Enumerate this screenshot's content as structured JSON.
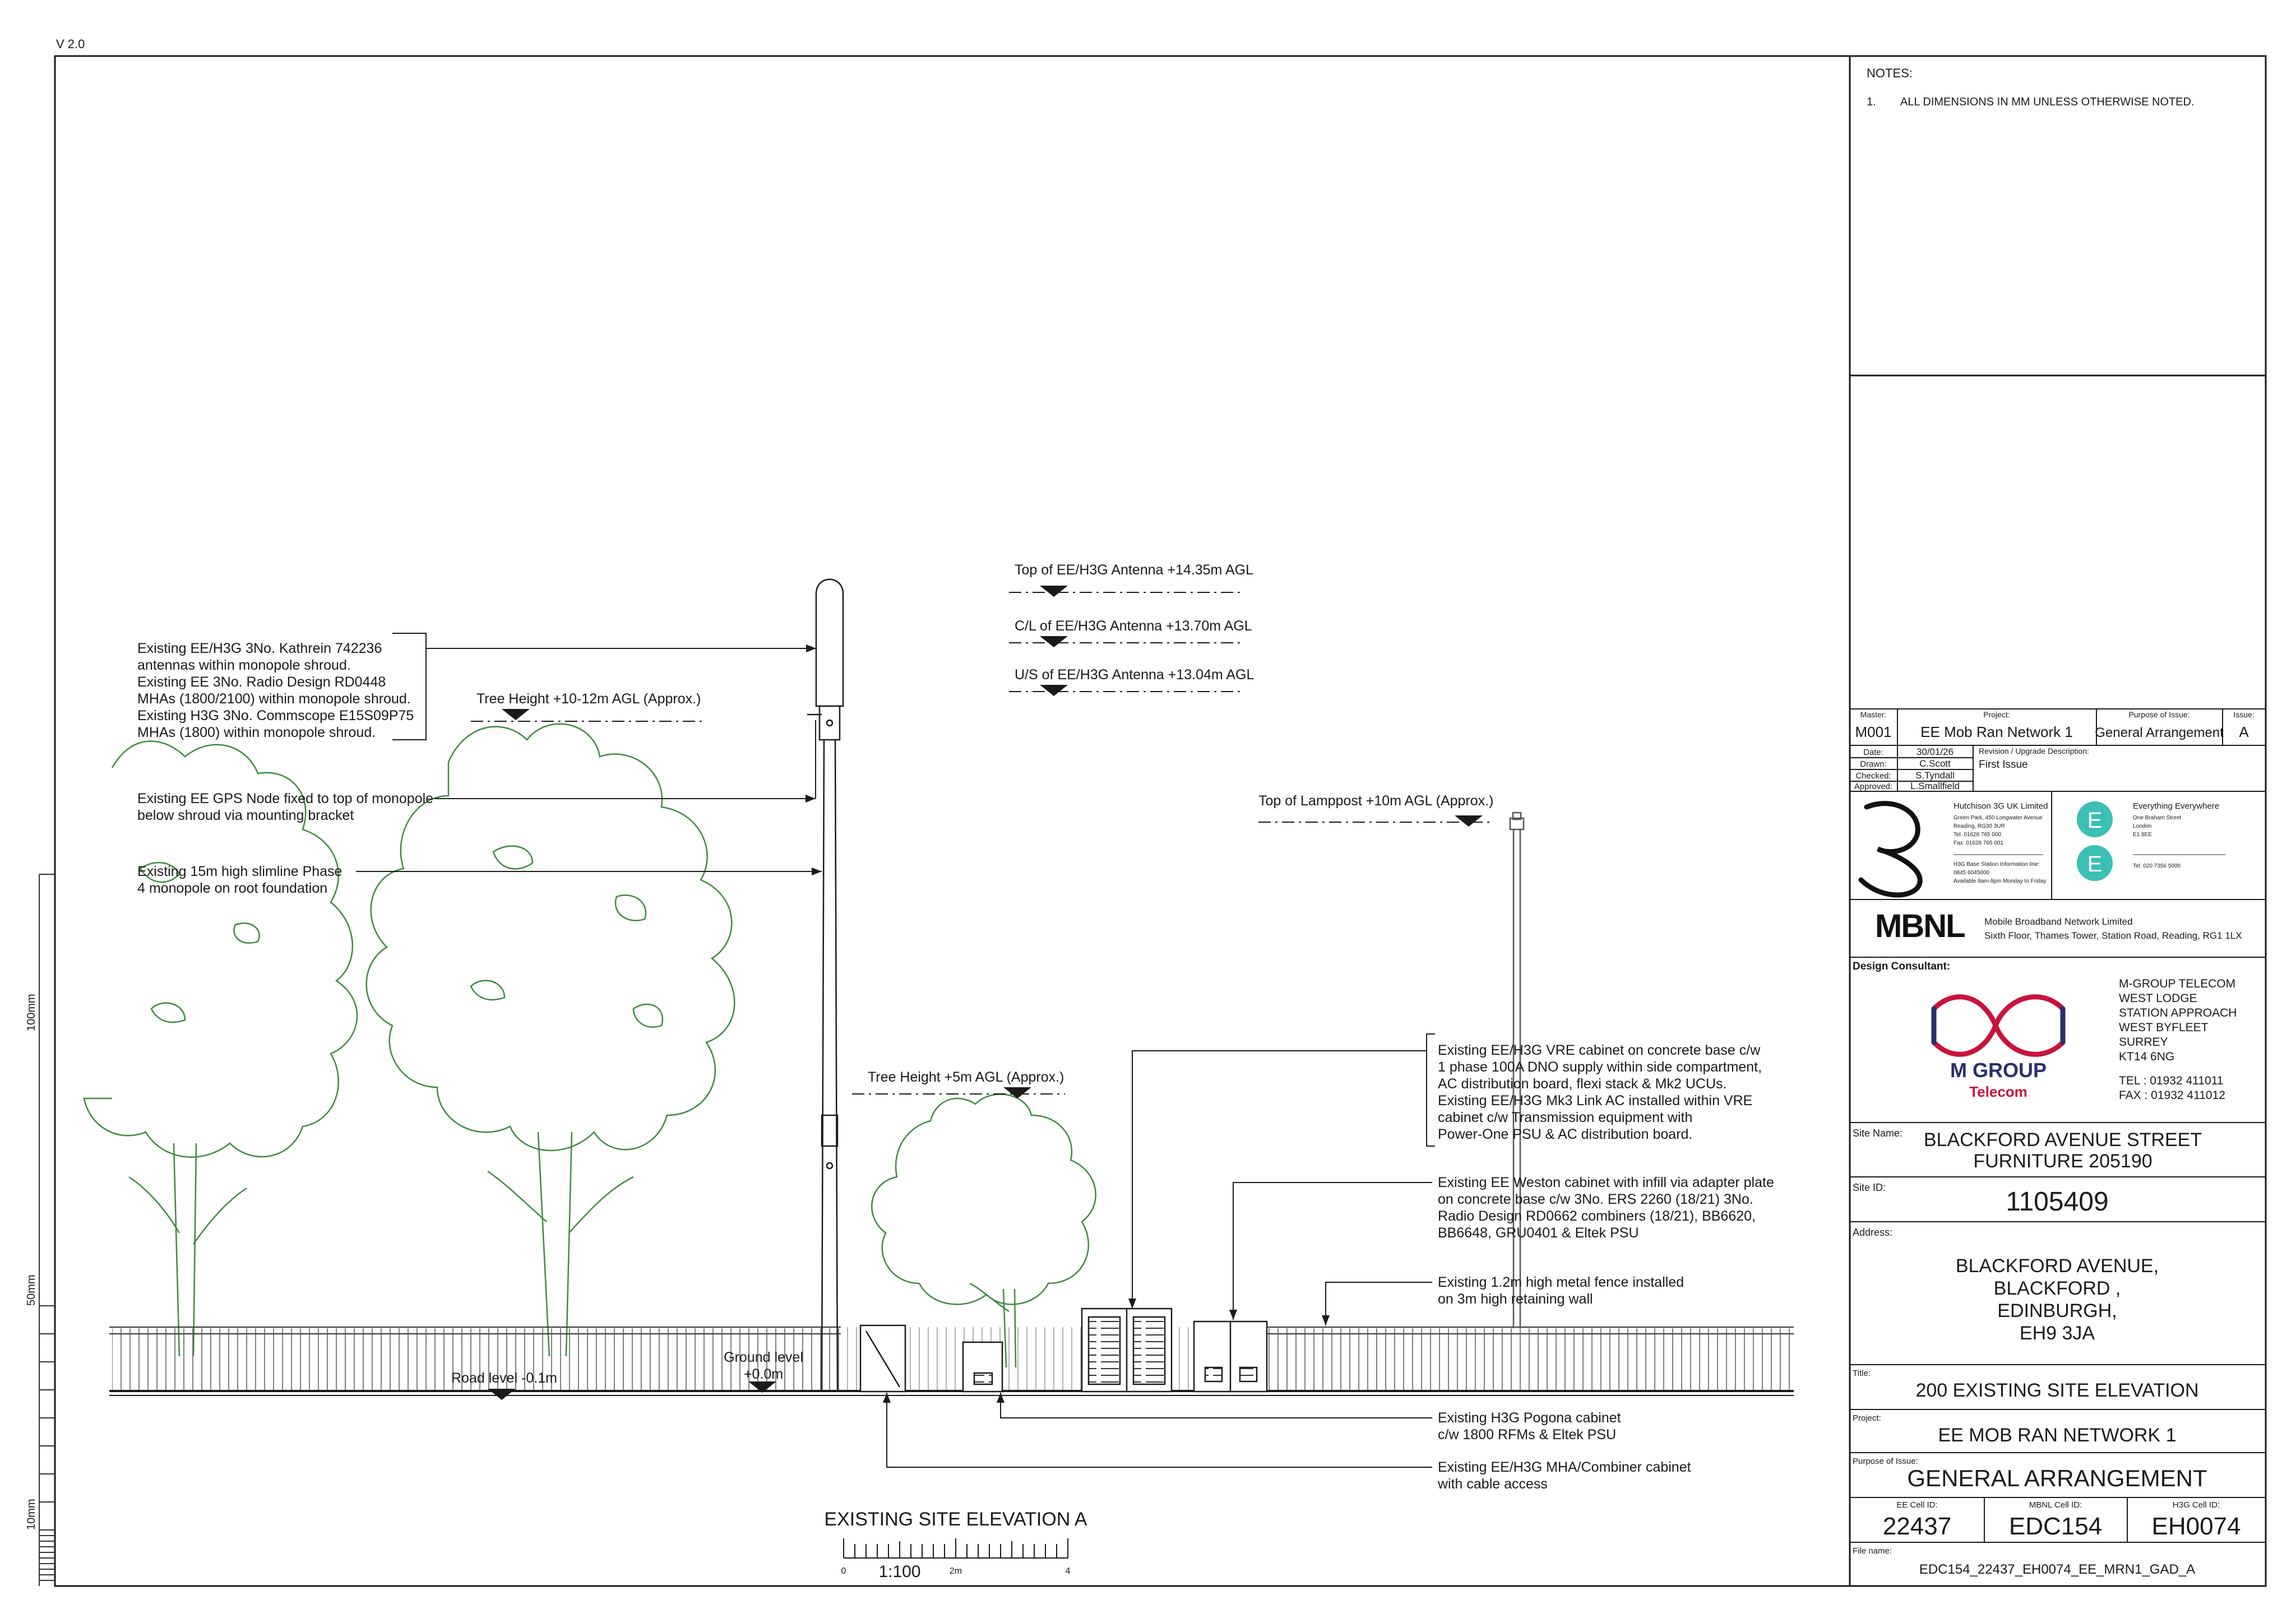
{
  "version": "V 2.0",
  "notes": {
    "heading": "NOTES:",
    "items": [
      {
        "num": "1.",
        "text": "ALL DIMENSIONS IN MM UNLESS OTHERWISE NOTED."
      }
    ]
  },
  "levels": {
    "top_antenna": "Top of EE/H3G Antenna +14.35m AGL",
    "cl_antenna": "C/L of EE/H3G Antenna +13.70m AGL",
    "us_antenna": "U/S of EE/H3G Antenna +13.04m AGL",
    "tree_tall": "Tree Height +10-12m AGL (Approx.)",
    "lamppost": "Top of Lamppost +10m AGL (Approx.)",
    "tree_small": "Tree Height +5m AGL (Approx.)",
    "road": "Road level -0.1m",
    "ground_1": "Ground level",
    "ground_2": "+0.0m"
  },
  "annotations": {
    "antennas": [
      "Existing EE/H3G 3No. Kathrein 742236",
      "antennas within monopole shroud.",
      "Existing EE 3No. Radio Design RD0448",
      "MHAs (1800/2100) within monopole shroud.",
      "Existing H3G 3No. Commscope E15S09P75",
      "MHAs (1800) within monopole shroud."
    ],
    "gps": [
      "Existing EE GPS Node fixed to top of monopole",
      "below shroud via mounting bracket"
    ],
    "monopole": [
      "Existing 15m high slimline Phase",
      "4 monopole on root foundation"
    ],
    "vre": [
      "Existing EE/H3G VRE cabinet on concrete base c/w",
      "1 phase 100A DNO supply within side compartment,",
      "AC distribution board, flexi stack & Mk2 UCUs.",
      "Existing EE/H3G Mk3 Link AC installed within VRE",
      "cabinet c/w Transmission equipment with",
      "Power-One PSU & AC distribution board."
    ],
    "weston": [
      "Existing EE Weston cabinet with infill via adapter plate",
      "on concrete base c/w 3No. ERS 2260 (18/21) 3No.",
      "Radio Design RD0662 combiners (18/21), BB6620,",
      "BB6648, GRU0401 & Eltek PSU"
    ],
    "fence": [
      "Existing 1.2m high metal fence installed",
      "on 3m high retaining wall"
    ],
    "pogona": [
      "Existing H3G Pogona cabinet",
      "c/w 1800 RFMs & Eltek PSU"
    ],
    "mha": [
      "Existing EE/H3G MHA/Combiner cabinet",
      "with cable access"
    ]
  },
  "drawing": {
    "title": "EXISTING SITE ELEVATION A",
    "scale": "1:100",
    "scale_ticks": [
      "0",
      "2m",
      "4"
    ]
  },
  "margin_scale": {
    "mark_100": "100mm",
    "mark_50": "50mm",
    "mark_10": "10mm"
  },
  "title_block": {
    "master_label": "Master:",
    "master": "M001",
    "project_label": "Project:",
    "project": "EE Mob Ran Network 1",
    "purpose_label": "Purpose of Issue:",
    "purpose": "General Arrangement",
    "issue_label": "Issue:",
    "issue": "A",
    "date_label": "Date:",
    "date": "30/01/26",
    "drawn_label": "Drawn:",
    "drawn": "C.Scott",
    "checked_label": "Checked:",
    "checked": "S.Tyndall",
    "approved_label": "Approved:",
    "approved": "L.Smallfield",
    "revision_label": "Revision / Upgrade Description:",
    "revision": "First Issue",
    "h3g": {
      "name": "Hutchison 3G UK Limited",
      "lines": [
        "Green Park, 450 Longwater Avenue",
        "Reading, RG30 3UR",
        "Tel: 01628 765 000",
        "Fax: 01628 765 001",
        "",
        "H3G Base Station Information line:",
        "0845 6045000",
        "Available 8am-8pm Monday to Friday"
      ]
    },
    "ee": {
      "name": "Everything Everywhere",
      "lines": [
        "One Braham Street",
        "London",
        "E1 8EE"
      ],
      "tel": "Tel: 020 7356 5000"
    },
    "mbnl": {
      "logo": "MBNL",
      "line1": "Mobile Broadband Network Limited",
      "line2": "Sixth Floor, Thames Tower,  Station Road, Reading, RG1 1LX"
    },
    "consultant_label": "Design Consultant:",
    "mgroup": {
      "logo_line1": "M GROUP",
      "logo_line2": "Telecom",
      "address": [
        "M-GROUP TELECOM",
        "WEST LODGE",
        "STATION APPROACH",
        "WEST BYFLEET",
        "SURREY",
        "KT14 6NG"
      ],
      "tel": "TEL : 01932 411011",
      "fax": "FAX : 01932 411012"
    },
    "site_name_label": "Site Name:",
    "site_name_1": "BLACKFORD AVENUE STREET",
    "site_name_2": "FURNITURE 205190",
    "site_id_label": "Site ID:",
    "site_id": "1105409",
    "address_label": "Address:",
    "address": [
      "BLACKFORD AVENUE,",
      "BLACKFORD ,",
      "EDINBURGH,",
      "EH9 3JA"
    ],
    "title_label": "Title:",
    "title": "200 EXISTING SITE ELEVATION",
    "project2_label": "Project:",
    "project2": "EE MOB RAN NETWORK 1",
    "purpose2_label": "Purpose of Issue:",
    "purpose2": "GENERAL ARRANGEMENT",
    "ee_cell_label": "EE Cell ID:",
    "ee_cell": "22437",
    "mbnl_cell_label": "MBNL Cell ID:",
    "mbnl_cell": "EDC154",
    "h3g_cell_label": "H3G Cell ID:",
    "h3g_cell": "EH0074",
    "file_label": "File name:",
    "file": "EDC154_22437_EH0074_EE_MRN1_GAD_A"
  },
  "colors": {
    "line": "#1a1a1a",
    "tree": "#3e8a3e",
    "ee_teal": "#3cbfb4",
    "mgroup_red": "#c8143c",
    "mgroup_navy": "#2a2f6b"
  }
}
